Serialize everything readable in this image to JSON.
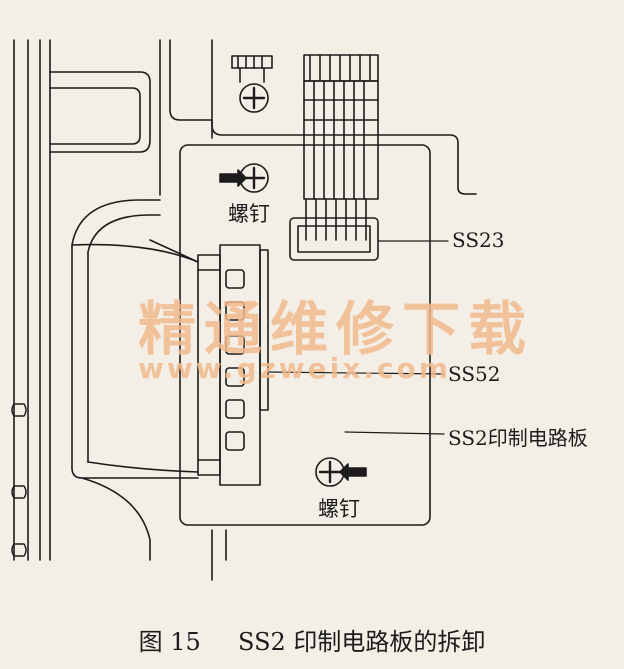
{
  "labels": {
    "screw_top": "螺钉",
    "screw_bottom": "螺钉",
    "connector_ss23": "SS23",
    "connector_ss52": "SS52",
    "board": "SS2印制电路板"
  },
  "caption": {
    "number": "图 15",
    "title": "SS2 印制电路板的拆卸"
  },
  "watermark": {
    "cn": "精通维修下载",
    "url": "www.gzweix.com"
  },
  "colors": {
    "ink": "#1c1c1c",
    "paper": "#f3efe6",
    "watermark": "#f1b98c"
  }
}
